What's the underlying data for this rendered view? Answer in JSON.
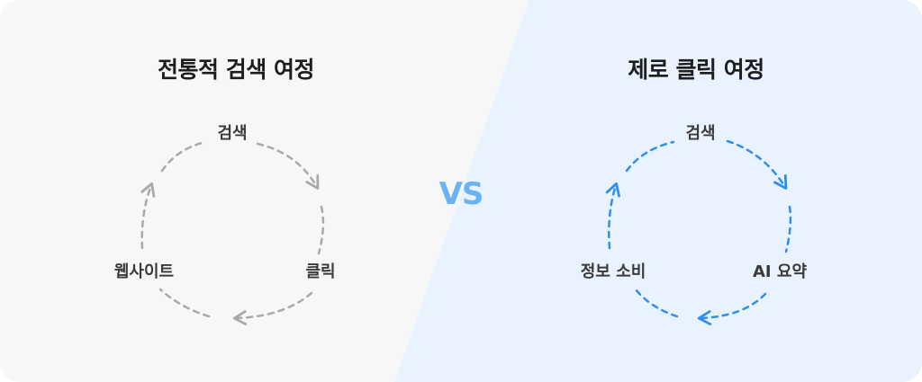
{
  "left": {
    "title": "전통적 검색 여정",
    "nodes": [
      "검색",
      "클릭",
      "웹사이트"
    ],
    "color": "#a9a9a9"
  },
  "right": {
    "title": "제로 클릭 여정",
    "nodes": [
      "검색",
      "AI 요약",
      "정보 소비"
    ],
    "color": "#2f8ef0"
  },
  "vs_label": "VS",
  "colors": {
    "left_bg": "#f7f7f7",
    "right_bg": "#e8f3ff",
    "vs": "#69b3f5"
  }
}
